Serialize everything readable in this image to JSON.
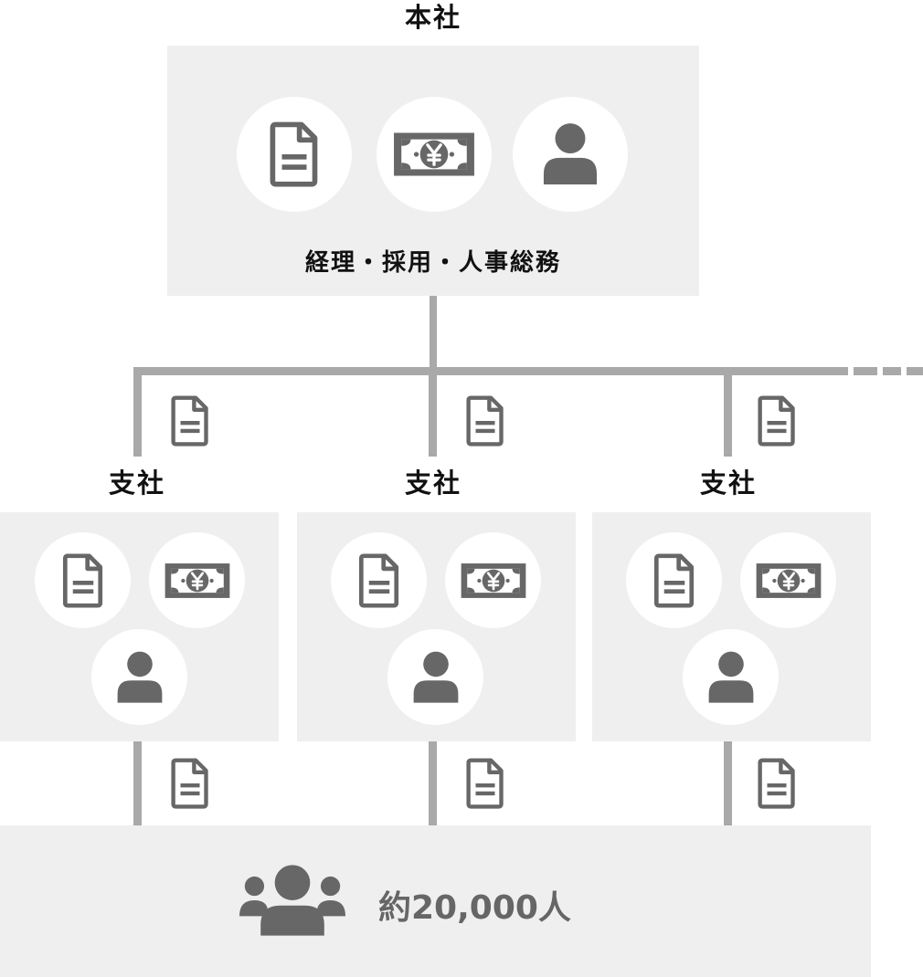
{
  "headquarters": {
    "title": "本社",
    "functions_label": "経理・採用・人事総務",
    "icons": [
      "document-icon",
      "yen-banknote-icon",
      "person-icon"
    ]
  },
  "branches": [
    {
      "title": "支社",
      "icons": [
        "document-icon",
        "yen-banknote-icon",
        "person-icon"
      ]
    },
    {
      "title": "支社",
      "icons": [
        "document-icon",
        "yen-banknote-icon",
        "person-icon"
      ]
    },
    {
      "title": "支社",
      "icons": [
        "document-icon",
        "yen-banknote-icon",
        "person-icon"
      ]
    }
  ],
  "employees": {
    "icon": "people-group-icon",
    "count_label": "約20,000人"
  },
  "colors": {
    "panel": "#efefef",
    "connector": "#a9a9a9",
    "icon": "#676767",
    "circle": "#ffffff",
    "title_text": "#111111",
    "count_text": "#666666"
  }
}
